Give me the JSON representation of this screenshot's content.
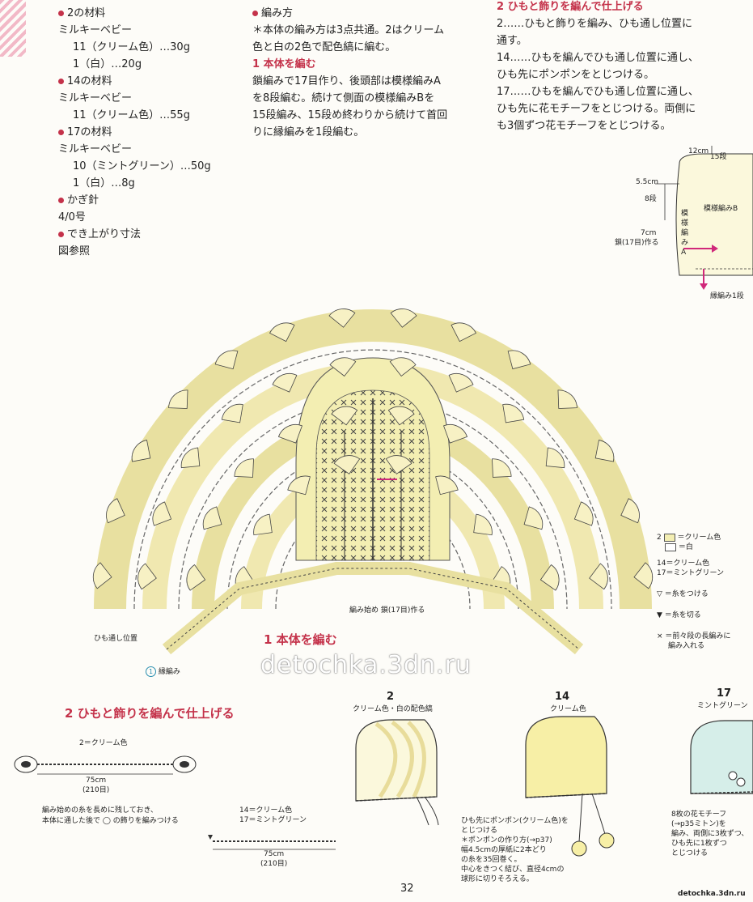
{
  "materials": {
    "m2_title": "2の材料",
    "m2_yarn": "ミルキーベビー",
    "m2_line1": "11（クリーム色）…30g",
    "m2_line2": "1（白）…20g",
    "m14_title": "14の材料",
    "m14_yarn": "ミルキーベビー",
    "m14_line1": "11（クリーム色）…55g",
    "m17_title": "17の材料",
    "m17_yarn": "ミルキーベビー",
    "m17_line1": "10（ミントグリーン）…50g",
    "m17_line2": "1（白）…8g",
    "hook_title": "かぎ針",
    "hook_size": "4/0号",
    "size_title": "でき上がり寸法",
    "size_ref": "図参照"
  },
  "method": {
    "title": "編み方",
    "line1": "＊本体の編み方は3点共通。2はクリーム",
    "line2": "色と白の2色で配色縞に編む。",
    "step1_title": "1 本体を編む",
    "step1_l1": "鎖編みで17目作り、後頭部は模様編みA",
    "step1_l2": "を8段編む。続けて側面の模様編みBを",
    "step1_l3": "15段編み、15段め終わりから続けて首回",
    "step1_l4": "りに縁編みを1段編む。"
  },
  "finish": {
    "title": "2 ひもと飾りを編んで仕上げる",
    "l1": "2……ひもと飾りを編み、ひも通し位置に",
    "l2": "通す。",
    "l3": "14……ひもを編んでひも通し位置に通し、",
    "l4": "ひも先にポンポンをとじつける。",
    "l5": "17……ひもを編んでひも通し位置に通し、",
    "l6": "ひも先に花モチーフをとじつける。両側に",
    "l7": "も3個ずつ花モチーフをとじつける。"
  },
  "side_view": {
    "d12": "12cm",
    "r15": "15段",
    "d55": "5.5cm",
    "r8": "8段",
    "d7": "7cm",
    "chain": "鎖(17目)作る",
    "patA": "模様編みA",
    "patB": "模様編みB",
    "edge": "縁編み1段"
  },
  "chart": {
    "title": "1 本体を編む",
    "start_label": "編み始め 鎖(17目)作る",
    "string_pos": "ひも通し位置",
    "edge_label": "縁編み",
    "edge_num": "1"
  },
  "legend": {
    "l2": "2",
    "cream": "＝クリーム色",
    "white": "＝白",
    "l14": "14＝クリーム色",
    "l17": "17＝ミントグリーン",
    "attach": "＝糸をつける",
    "cut": "＝糸を切る",
    "x_note1": "＝前々段の長編みに",
    "x_note2": "編み入れる",
    "colors": {
      "cream": "#f3eeb2",
      "white": "#ffffff",
      "line": "#333333",
      "mint": "#d6eee9"
    }
  },
  "section2": {
    "title": "2 ひもと飾りを編んで仕上げる",
    "s2_label": "2＝クリーム色",
    "s2_len": "75cm",
    "s2_sts": "(210目)",
    "note1": "編み始めの糸を長めに残しておき、",
    "note2": "本体に通した後で ◯ の飾りを編みつける",
    "s14_label": "14＝クリーム色",
    "s17_label": "17＝ミントグリーン",
    "b_len": "75cm",
    "b_sts": "(210目)"
  },
  "bonnets": {
    "b2_num": "2",
    "b2_cap": "クリーム色・白の配色縞",
    "b14_num": "14",
    "b14_cap": "クリーム色",
    "b14_n1": "ひも先にポンポン(クリーム色)を",
    "b14_n2": "とじつける",
    "b14_n3": "＊ポンポンの作り方(→p37)",
    "b14_n4": "幅4.5cmの厚紙に2本どり",
    "b14_n5": "の糸を35回巻く。",
    "b14_n6": "中心をきつく結び、直径4cmの",
    "b14_n7": "球形に切りそろえる。",
    "b17_num": "17",
    "b17_cap": "ミントグリーン",
    "b17_n1": "8枚の花モチーフ",
    "b17_n2": "(→p35ミトン)を",
    "b17_n3": "編み、両側に3枚ずつ、",
    "b17_n4": "ひも先に1枚ずつ",
    "b17_n5": "とじつける"
  },
  "watermark": "detochka.3dn.ru",
  "footer_site": "detochka.3dn.ru",
  "page_number": "32"
}
